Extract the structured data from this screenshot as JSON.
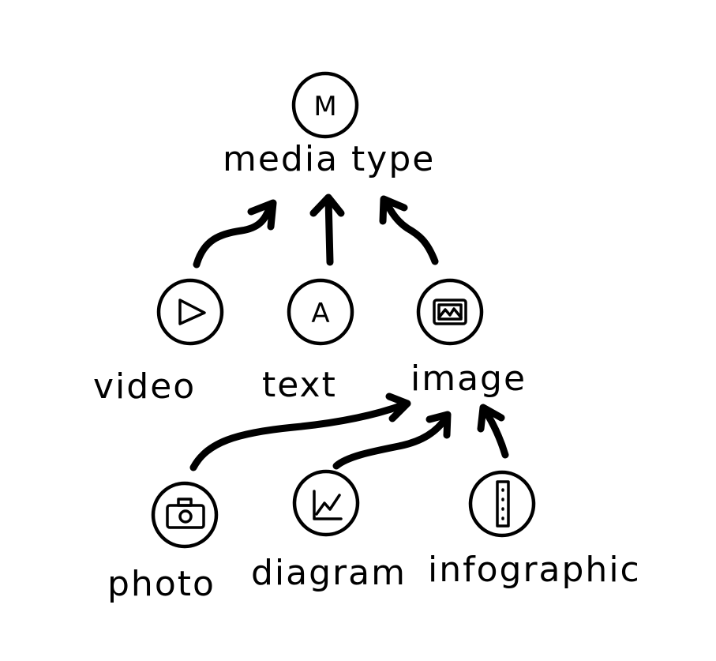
{
  "nodes": {
    "media_type": {
      "label": "media type",
      "glyph": "M"
    },
    "video": {
      "label": "video"
    },
    "text": {
      "label": "text",
      "glyph": "A"
    },
    "image": {
      "label": "image"
    },
    "photo": {
      "label": "photo"
    },
    "diagram": {
      "label": "diagram"
    },
    "infographic": {
      "label": "infographic"
    }
  },
  "edges": [
    {
      "from": "video",
      "to": "media_type"
    },
    {
      "from": "text",
      "to": "media_type"
    },
    {
      "from": "image",
      "to": "media_type"
    },
    {
      "from": "photo",
      "to": "image"
    },
    {
      "from": "diagram",
      "to": "image"
    },
    {
      "from": "infographic",
      "to": "image"
    }
  ]
}
